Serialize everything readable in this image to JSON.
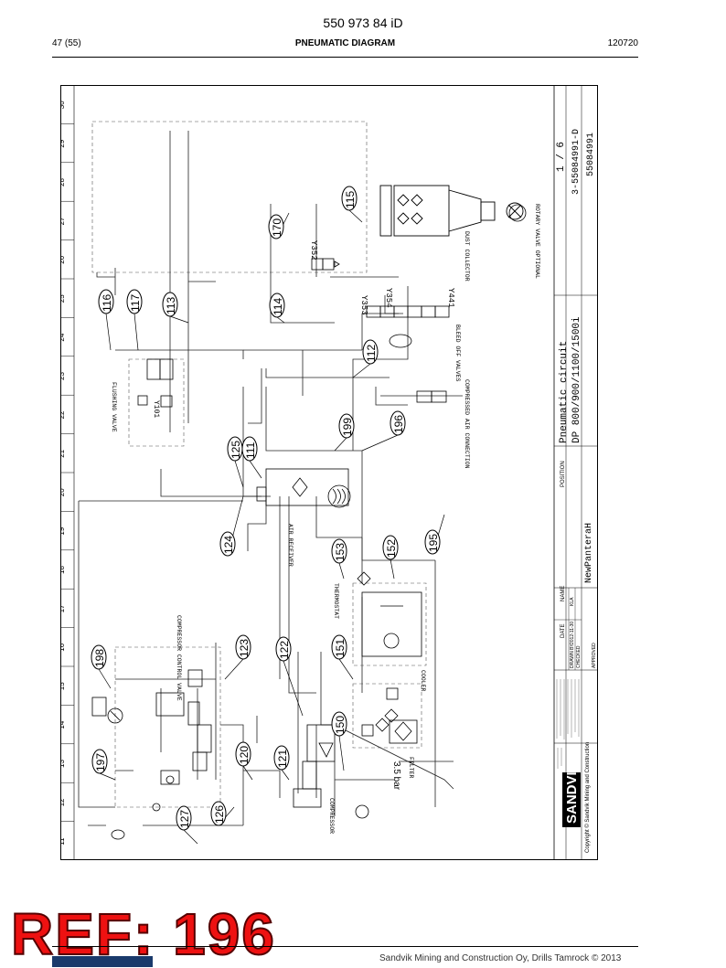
{
  "header": {
    "doc_number": "550 973 84 iD",
    "page": "47 (55)",
    "title": "PNEUMATIC DIAGRAM",
    "date_code": "120720"
  },
  "ref_label": "REF: 196",
  "footer": {
    "copyright": "Sandvik Mining and Construction Oy, Drills Tamrock © 2013"
  },
  "diagram": {
    "grid_numbers": [
      "11",
      "12",
      "13",
      "14",
      "15",
      "16",
      "17",
      "18",
      "19",
      "20",
      "21",
      "22",
      "23",
      "24",
      "25",
      "26",
      "27",
      "28",
      "29",
      "30"
    ],
    "callouts": [
      {
        "label": "116"
      },
      {
        "label": "117"
      },
      {
        "label": "113"
      },
      {
        "label": "114"
      },
      {
        "label": "170"
      },
      {
        "label": "115"
      },
      {
        "label": "112"
      },
      {
        "label": "199"
      },
      {
        "label": "196"
      },
      {
        "label": "125"
      },
      {
        "label": "111"
      },
      {
        "label": "124"
      },
      {
        "label": "153"
      },
      {
        "label": "152"
      },
      {
        "label": "195"
      },
      {
        "label": "198"
      },
      {
        "label": "123"
      },
      {
        "label": "122"
      },
      {
        "label": "151"
      },
      {
        "label": "197"
      },
      {
        "label": "120"
      },
      {
        "label": "121"
      },
      {
        "label": "150"
      },
      {
        "label": "127"
      },
      {
        "label": "126"
      }
    ],
    "labels": {
      "pressure": "3.5 bar",
      "dust_collector": "DUST COLLECTOR",
      "bleed_valves": "BLEED OFF VALVES",
      "compressed_air": "COMPRESSED AIR CONNECTION",
      "air_receiver": "AIR RECEIVER",
      "thermostat": "THERMOSTAT",
      "cooler": "COOLER",
      "filter": "FILTER",
      "compressor_control": "COMPRESSOR CONTROL VALVE",
      "compressor": "COMPRESSOR",
      "flushing_valve": "FLUSHING VALVE",
      "rotary_valve": "ROTARY VALVE OPTIONAL",
      "y352": "Y352",
      "y353": "Y353",
      "y354": "Y354",
      "y441": "Y441",
      "y101": "Y101"
    },
    "title_block": {
      "brand": "SANDVIK",
      "copyright": "Copyright © Sandvik Mining and Construction",
      "title_1": "Pneumatic circuit",
      "title_2": "DP 800/900/1100/1500i",
      "product": "NewPanteraH",
      "position_label": "POSITION",
      "sheet": "1 / 6",
      "doc_1": "3-55084991-D",
      "doc_2": "55084991",
      "date_label": "DATE",
      "name_label": "NAME",
      "drawn_label": "DRAWN BY",
      "drawn_date": "2012-11-30",
      "drawn_name": "KLA",
      "checked_label": "CHECKED",
      "approved_label": "APPROVED"
    }
  }
}
